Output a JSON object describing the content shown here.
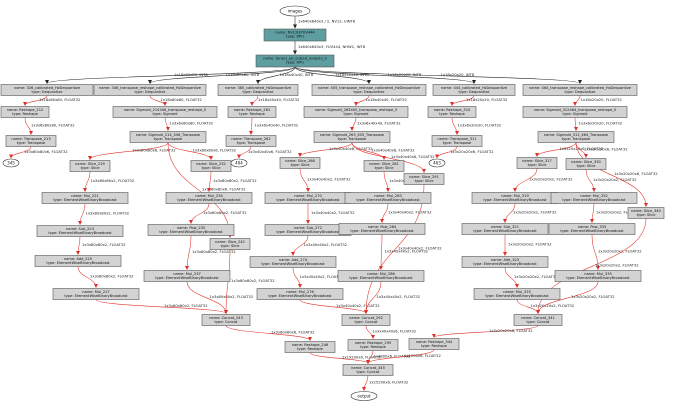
{
  "colors": {
    "node_fill": "#d3d3d3",
    "teal_fill": "#5f9ea0",
    "edge_red": "#e0302a",
    "edge_black": "#222222"
  },
  "nodes": [
    {
      "id": "images",
      "kind": "ellipse",
      "lines": [
        "images"
      ]
    },
    {
      "id": "nvl",
      "kind": "teal",
      "lines": [
        "name: NVL2I3YUV444",
        "type: RPU"
      ]
    },
    {
      "id": "tn",
      "kind": "teal",
      "lines": [
        "name: tensor_pb_output_outputs_0",
        "type: RPU"
      ]
    },
    {
      "id": "q326",
      "kind": "box",
      "lines": [
        "name: 326_calibrated_HzDequantize",
        "type: Dequantize"
      ]
    },
    {
      "id": "q346",
      "kind": "box",
      "lines": [
        "name: 346_transpose_reshape_calibrated_HzDequantize",
        "type: Dequantize"
      ]
    },
    {
      "id": "q385",
      "kind": "box",
      "lines": [
        "name: 385_calibrated_HzDequantize",
        "type: Dequantize"
      ]
    },
    {
      "id": "q405",
      "kind": "box",
      "lines": [
        "name: 405_transpose_reshape_calibrated_HzDequantize",
        "type: Dequantize"
      ]
    },
    {
      "id": "q444",
      "kind": "box",
      "lines": [
        "name: 444_calibrated_HzDequantize",
        "type: Dequantize"
      ]
    },
    {
      "id": "q464",
      "kind": "box",
      "lines": [
        "name: 464_transpose_reshape_calibrated_HzDequantize",
        "type: Dequantize"
      ]
    },
    {
      "id": "r212",
      "kind": "box",
      "lines": [
        "name: Reshape_212",
        "type: Reshape"
      ]
    },
    {
      "id": "sg214",
      "kind": "box",
      "lines": [
        "name: Sigmoid_214346_transpose_reshape_0",
        "type: Sigmoid"
      ]
    },
    {
      "id": "r261",
      "kind": "box",
      "lines": [
        "name: Reshape_261",
        "type: Reshape"
      ]
    },
    {
      "id": "sg263",
      "kind": "box",
      "lines": [
        "name: Sigmoid_263405_transpose_reshape_0",
        "type: Sigmoid"
      ]
    },
    {
      "id": "r310",
      "kind": "box",
      "lines": [
        "name: Reshape_310",
        "type: Reshape"
      ]
    },
    {
      "id": "sg312",
      "kind": "box",
      "lines": [
        "name: Sigmoid_312464_transpose_reshape_0",
        "type: Sigmoid"
      ]
    },
    {
      "id": "t213",
      "kind": "box",
      "lines": [
        "name: Transpose_213",
        "type: Transpose"
      ]
    },
    {
      "id": "t214",
      "kind": "box",
      "lines": [
        "name: Sigmoid_214_346_Transpose",
        "type: Transpose"
      ]
    },
    {
      "id": "t262",
      "kind": "box",
      "lines": [
        "name: Transpose_262",
        "type: Transpose"
      ]
    },
    {
      "id": "t263",
      "kind": "box",
      "lines": [
        "name: Sigmoid_263_405_Transpose",
        "type: Transpose"
      ]
    },
    {
      "id": "t311",
      "kind": "box",
      "lines": [
        "name: Transpose_311",
        "type: Transpose"
      ]
    },
    {
      "id": "t312",
      "kind": "box",
      "lines": [
        "name: Sigmoid_312_464_Transpose",
        "type: Transpose"
      ]
    },
    {
      "id": "o345",
      "kind": "ellipse",
      "lines": [
        "345"
      ]
    },
    {
      "id": "o404",
      "kind": "ellipse",
      "lines": [
        "404"
      ]
    },
    {
      "id": "o463",
      "kind": "ellipse",
      "lines": [
        "463"
      ]
    },
    {
      "id": "s219",
      "kind": "box",
      "lines": [
        "name: Slice_219",
        "type: Slice"
      ]
    },
    {
      "id": "s232",
      "kind": "box",
      "lines": [
        "name: Slice_232",
        "type: Slice"
      ]
    },
    {
      "id": "s268",
      "kind": "box",
      "lines": [
        "name: Slice_268",
        "type: Slice"
      ]
    },
    {
      "id": "s281",
      "kind": "box",
      "lines": [
        "name: Slice_281",
        "type: Slice"
      ]
    },
    {
      "id": "s291",
      "kind": "box",
      "lines": [
        "name: Slice_291",
        "type: Slice"
      ]
    },
    {
      "id": "s317",
      "kind": "box",
      "lines": [
        "name: Slice_317",
        "type: Slice"
      ]
    },
    {
      "id": "s330",
      "kind": "box",
      "lines": [
        "name: Slice_330",
        "type: Slice"
      ]
    },
    {
      "id": "m221",
      "kind": "box",
      "lines": [
        "name: Mul_221",
        "type: ElementWiseBinaryBroadcast"
      ]
    },
    {
      "id": "m234",
      "kind": "box",
      "lines": [
        "name: Mul_234",
        "type: ElementWiseBinaryBroadcast"
      ]
    },
    {
      "id": "m270",
      "kind": "box",
      "lines": [
        "name: Mul_270",
        "type: ElementWiseBinaryBroadcast"
      ]
    },
    {
      "id": "m283",
      "kind": "box",
      "lines": [
        "name: Mul_283",
        "type: ElementWiseBinaryBroadcast"
      ]
    },
    {
      "id": "m319",
      "kind": "box",
      "lines": [
        "name: Mul_319",
        "type: ElementWiseBinaryBroadcast"
      ]
    },
    {
      "id": "m332",
      "kind": "box",
      "lines": [
        "name: Mul_332",
        "type: ElementWiseBinaryBroadcast"
      ]
    },
    {
      "id": "sb223",
      "kind": "box",
      "lines": [
        "name: Sub_223",
        "type: ElementWiseBinaryBroadcast"
      ]
    },
    {
      "id": "pw235",
      "kind": "box",
      "lines": [
        "name: Pow_235",
        "type: ElementWiseBinaryBroadcast"
      ]
    },
    {
      "id": "s242",
      "kind": "box",
      "lines": [
        "name: Slice_242",
        "type: Slice"
      ]
    },
    {
      "id": "sb272",
      "kind": "box",
      "lines": [
        "name: Sub_272",
        "type: ElementWiseBinaryBroadcast"
      ]
    },
    {
      "id": "pw284",
      "kind": "box",
      "lines": [
        "name: Pow_284",
        "type: ElementWiseBinaryBroadcast"
      ]
    },
    {
      "id": "sb321",
      "kind": "box",
      "lines": [
        "name: Sub_321",
        "type: ElementWiseBinaryBroadcast"
      ]
    },
    {
      "id": "pw333",
      "kind": "box",
      "lines": [
        "name: Pow_333",
        "type: ElementWiseBinaryBroadcast"
      ]
    },
    {
      "id": "s340",
      "kind": "box",
      "lines": [
        "name: Slice_340",
        "type: Slice"
      ]
    },
    {
      "id": "a225",
      "kind": "box",
      "lines": [
        "name: Add_225",
        "type: ElementWiseBinaryBroadcast"
      ]
    },
    {
      "id": "a274",
      "kind": "box",
      "lines": [
        "name: Add_274",
        "type: ElementWiseBinaryBroadcast"
      ]
    },
    {
      "id": "a323",
      "kind": "box",
      "lines": [
        "name: Add_323",
        "type: ElementWiseBinaryBroadcast"
      ]
    },
    {
      "id": "m227",
      "kind": "box",
      "lines": [
        "name: Mul_227",
        "type: ElementWiseBinaryBroadcast"
      ]
    },
    {
      "id": "m237",
      "kind": "box",
      "lines": [
        "name: Mul_237",
        "type: ElementWiseBinaryBroadcast"
      ]
    },
    {
      "id": "m276",
      "kind": "box",
      "lines": [
        "name: Mul_276",
        "type: ElementWiseBinaryBroadcast"
      ]
    },
    {
      "id": "m286",
      "kind": "box",
      "lines": [
        "name: Mul_286",
        "type: ElementWiseBinaryBroadcast"
      ]
    },
    {
      "id": "m325",
      "kind": "box",
      "lines": [
        "name: Mul_325",
        "type: ElementWiseBinaryBroadcast"
      ]
    },
    {
      "id": "m335",
      "kind": "box",
      "lines": [
        "name: Mul_335",
        "type: ElementWiseBinaryBroadcast"
      ]
    },
    {
      "id": "c243",
      "kind": "box",
      "lines": [
        "name: Concat_243",
        "type: Concat"
      ]
    },
    {
      "id": "c292",
      "kind": "box",
      "lines": [
        "name: Concat_292",
        "type: Concat"
      ]
    },
    {
      "id": "c341",
      "kind": "box",
      "lines": [
        "name: Concat_341",
        "type: Concat"
      ]
    },
    {
      "id": "r246",
      "kind": "box",
      "lines": [
        "name: Reshape_246",
        "type: Reshape"
      ]
    },
    {
      "id": "r295",
      "kind": "box",
      "lines": [
        "name: Reshape_295",
        "type: Reshape"
      ]
    },
    {
      "id": "r344",
      "kind": "box",
      "lines": [
        "name: Reshape_344",
        "type: Reshape"
      ]
    },
    {
      "id": "c345",
      "kind": "box",
      "lines": [
        "name: Concat_345",
        "type: Concat"
      ]
    },
    {
      "id": "output",
      "kind": "ellipse",
      "lines": [
        "output"
      ]
    }
  ],
  "edges": [
    {
      "from": "images",
      "to": "nvl",
      "color": "black",
      "label": "1x640x640x3 / 2, NV12, UINT8"
    },
    {
      "from": "nvl",
      "to": "tn",
      "color": "black",
      "label": "1x640x640x3, YUV444, NHWC, INT8"
    },
    {
      "from": "tn",
      "to": "q326",
      "color": "black",
      "label": "1x18x80x80, INT8"
    },
    {
      "from": "tn",
      "to": "q346",
      "color": "black",
      "label": "1x18x80x80, INT8"
    },
    {
      "from": "tn",
      "to": "q385",
      "color": "black",
      "label": "1x18x40x40, INT8"
    },
    {
      "from": "tn",
      "to": "q405",
      "color": "black",
      "label": "1x18x40x40, INT8"
    },
    {
      "from": "tn",
      "to": "q444",
      "color": "black",
      "label": "1x18x20x20, INT8"
    },
    {
      "from": "tn",
      "to": "q464",
      "color": "black",
      "label": "1x18x20x20, INT8"
    },
    {
      "from": "q326",
      "to": "r212",
      "color": "red",
      "label": "1x18x80x80, FLOAT32"
    },
    {
      "from": "q346",
      "to": "sg214",
      "color": "red",
      "label": "1x18x80x80, FLOAT32"
    },
    {
      "from": "q385",
      "to": "r261",
      "color": "red",
      "label": "1x18x40x40, FLOAT32"
    },
    {
      "from": "q405",
      "to": "sg263",
      "color": "red",
      "label": "1x18x40x40, FLOAT32"
    },
    {
      "from": "q444",
      "to": "r310",
      "color": "red",
      "label": "1x18x20x20, FLOAT32"
    },
    {
      "from": "q464",
      "to": "sg312",
      "color": "red",
      "label": "1x18x20x20, FLOAT32"
    },
    {
      "from": "r212",
      "to": "t213",
      "color": "red",
      "label": "1x3x6x80x80, FLOAT32"
    },
    {
      "from": "sg214",
      "to": "t214",
      "color": "red",
      "label": "1x3x6x80x80, FLOAT32"
    },
    {
      "from": "r261",
      "to": "t262",
      "color": "red",
      "label": "1x3x6x40x40, FLOAT32"
    },
    {
      "from": "sg263",
      "to": "t263",
      "color": "red",
      "label": "1x3x6x40x40, FLOAT32"
    },
    {
      "from": "r310",
      "to": "t311",
      "color": "red",
      "label": "1x3x6x20x20, FLOAT32"
    },
    {
      "from": "sg312",
      "to": "t312",
      "color": "red",
      "label": "1x3x6x20x20, FLOAT32"
    },
    {
      "from": "t213",
      "to": "o345",
      "color": "red",
      "label": "1x3x80x80x6, FLOAT32"
    },
    {
      "from": "t262",
      "to": "o404",
      "color": "red",
      "label": "1x3x40x40x6, FLOAT32"
    },
    {
      "from": "t311",
      "to": "o463",
      "color": "red",
      "label": "1x3x20x20x6, FLOAT32"
    },
    {
      "from": "t214",
      "to": "s219",
      "color": "red",
      "label": "1x3x80x80x6, FLOAT32"
    },
    {
      "from": "t214",
      "to": "s232",
      "color": "red",
      "label": "1x3x80x80x6, FLOAT32"
    },
    {
      "from": "t214",
      "to": "s242",
      "color": "red",
      "label": "1x3x80x80x6, FLOAT32"
    },
    {
      "from": "t263",
      "to": "s268",
      "color": "red",
      "label": "1x3x40x40x6, FLOAT32"
    },
    {
      "from": "t263",
      "to": "s281",
      "color": "red",
      "label": "1x3x40x40x6, FLOAT32"
    },
    {
      "from": "t263",
      "to": "s291",
      "color": "red",
      "label": "1x3x40x40x6, FLOAT32"
    },
    {
      "from": "t312",
      "to": "s317",
      "color": "red",
      "label": "1x3x20x20x6, FLOAT32"
    },
    {
      "from": "t312",
      "to": "s330",
      "color": "red",
      "label": "1x3x20x20x6, FLOAT32"
    },
    {
      "from": "t312",
      "to": "s340",
      "color": "red",
      "label": "1x3x20x20x6, FLOAT32"
    },
    {
      "from": "s219",
      "to": "m221",
      "color": "red",
      "label": "1x3x80x80x2, FLOAT32"
    },
    {
      "from": "s232",
      "to": "m234",
      "color": "red",
      "label": "1x3x80x80x2, FLOAT32"
    },
    {
      "from": "s268",
      "to": "m270",
      "color": "red",
      "label": "1x3x40x40x2, FLOAT32"
    },
    {
      "from": "s281",
      "to": "m283",
      "color": "red",
      "label": "1x3x40x40x2, FLOAT32"
    },
    {
      "from": "s317",
      "to": "m319",
      "color": "red",
      "label": "1x3x20x20x2, FLOAT32"
    },
    {
      "from": "s330",
      "to": "m332",
      "color": "red",
      "label": "1x3x20x20x2, FLOAT32"
    },
    {
      "from": "m221",
      "to": "sb223",
      "color": "red",
      "label": "1x3x80x80x2, FLOAT32"
    },
    {
      "from": "m234",
      "to": "pw235",
      "color": "red",
      "label": "1x3x80x80x2, FLOAT32"
    },
    {
      "from": "m270",
      "to": "sb272",
      "color": "red",
      "label": "1x3x40x40x2, FLOAT32"
    },
    {
      "from": "m283",
      "to": "pw284",
      "color": "red",
      "label": "1x3x40x40x2, FLOAT32"
    },
    {
      "from": "m319",
      "to": "sb321",
      "color": "red",
      "label": "1x3x20x20x2, FLOAT32"
    },
    {
      "from": "m332",
      "to": "pw333",
      "color": "red",
      "label": "1x3x20x20x2, FLOAT32"
    },
    {
      "from": "sb223",
      "to": "a225",
      "color": "red",
      "label": "1x3x80x80x2, FLOAT32"
    },
    {
      "from": "sb272",
      "to": "a274",
      "color": "red",
      "label": "1x3x40x40x2, FLOAT32"
    },
    {
      "from": "sb321",
      "to": "a323",
      "color": "red",
      "label": "1x3x20x20x2, FLOAT32"
    },
    {
      "from": "a225",
      "to": "m227",
      "color": "red",
      "label": "1x3x80x80x2, FLOAT32"
    },
    {
      "from": "pw235",
      "to": "m237",
      "color": "red",
      "label": "1x3x80x80x2, FLOAT32"
    },
    {
      "from": "a274",
      "to": "m276",
      "color": "red",
      "label": "1x3x40x40x2, FLOAT32"
    },
    {
      "from": "pw284",
      "to": "m286",
      "color": "red",
      "label": "1x3x40x40x2, FLOAT32"
    },
    {
      "from": "a323",
      "to": "m325",
      "color": "red",
      "label": "1x3x20x20x2, FLOAT32"
    },
    {
      "from": "pw333",
      "to": "m335",
      "color": "red",
      "label": "1x3x20x20x2, FLOAT32"
    },
    {
      "from": "m227",
      "to": "c243",
      "color": "red",
      "label": "1x3x80x80x2, FLOAT32"
    },
    {
      "from": "m237",
      "to": "c243",
      "color": "red",
      "label": "1x3x80x80x2, FLOAT32"
    },
    {
      "from": "s242",
      "to": "c243",
      "color": "red",
      "label": "1x3x80x80x2, FLOAT32"
    },
    {
      "from": "m276",
      "to": "c292",
      "color": "red",
      "label": "1x3x40x40x2, FLOAT32"
    },
    {
      "from": "m286",
      "to": "c292",
      "color": "red",
      "label": "1x3x40x40x2, FLOAT32"
    },
    {
      "from": "s291",
      "to": "c292",
      "color": "red",
      "label": "1x3x40x40x2, FLOAT32"
    },
    {
      "from": "m325",
      "to": "c341",
      "color": "red",
      "label": "1x3x20x20x2, FLOAT32"
    },
    {
      "from": "m335",
      "to": "c341",
      "color": "red",
      "label": "1x3x20x20x2, FLOAT32"
    },
    {
      "from": "s340",
      "to": "c341",
      "color": "red",
      "label": "1x3x20x20x2, FLOAT32"
    },
    {
      "from": "c243",
      "to": "r246",
      "color": "red",
      "label": "1x3x80x80x6, FLOAT32"
    },
    {
      "from": "c292",
      "to": "r295",
      "color": "red",
      "label": "1x3x40x40x6, FLOAT32"
    },
    {
      "from": "c341",
      "to": "r344",
      "color": "red",
      "label": "1x3x20x20x6, FLOAT32"
    },
    {
      "from": "r246",
      "to": "c345",
      "color": "red",
      "label": "1x19200x6, FLOAT32"
    },
    {
      "from": "r295",
      "to": "c345",
      "color": "red",
      "label": "1x4800x6, FLOAT32"
    },
    {
      "from": "r344",
      "to": "c345",
      "color": "red",
      "label": "1x1200x6, FLOAT32"
    },
    {
      "from": "c345",
      "to": "output",
      "color": "red",
      "label": "1x25200x6, FLOAT32"
    }
  ]
}
